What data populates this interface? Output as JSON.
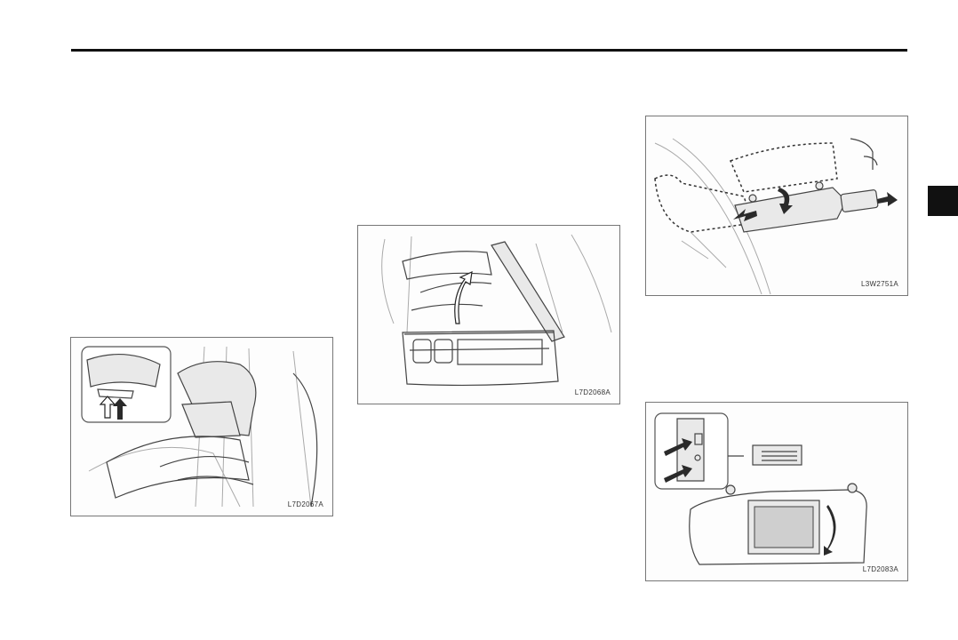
{
  "figures": [
    {
      "id": "armrest-lid-release",
      "code": "L7D2067A"
    },
    {
      "id": "console-box-open",
      "code": "L7D2068A"
    },
    {
      "id": "sun-visor-swing",
      "code": "L3W2751A"
    },
    {
      "id": "vanity-mirror-lamp",
      "code": "L7D2083A"
    }
  ],
  "colors": {
    "rule": "#111111",
    "tab": "#111111",
    "frame": "#777777"
  }
}
